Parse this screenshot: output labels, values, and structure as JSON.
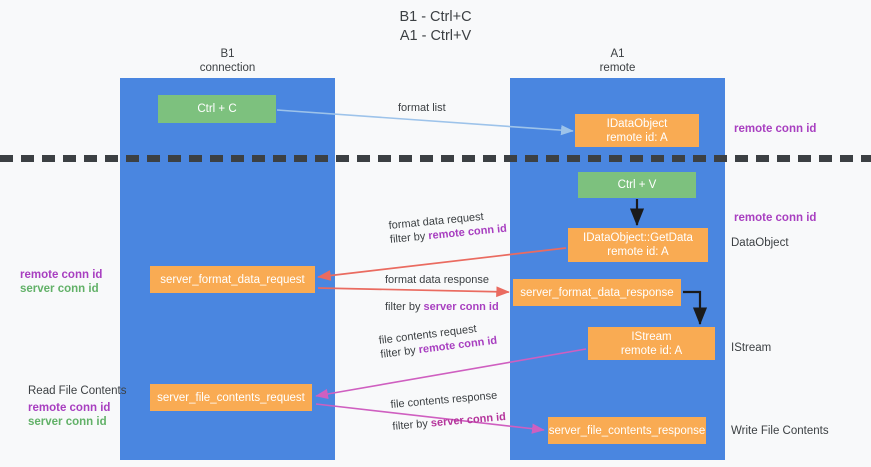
{
  "title": "B1 - Ctrl+C\nA1 - Ctrl+V",
  "columns": {
    "left": {
      "header": "B1\nconnection"
    },
    "right": {
      "header": "A1\nremote"
    }
  },
  "nodes": {
    "ctrl_c": "Ctrl + C",
    "idataobject": "IDataObject\nremote id: A",
    "ctrl_v": "Ctrl + V",
    "getdata": "IDataObject::GetData\nremote id: A",
    "server_format_data_request": "server_format_data_request",
    "server_format_data_response": "server_format_data_response",
    "istream": "IStream\nremote id: A",
    "server_file_contents_request": "server_file_contents_request",
    "server_file_contents_response": "server_file_contents_response"
  },
  "edge_labels": {
    "format_list": "format list",
    "format_data_request": "format data request",
    "format_data_request_filter_prefix": "filter by ",
    "format_data_request_filter_key": "remote conn id",
    "format_data_response": "format data response",
    "format_data_response_filter_prefix": "filter by ",
    "format_data_response_filter_key": "server conn id",
    "file_contents_request": "file contents request",
    "file_contents_request_filter_prefix": "filter by ",
    "file_contents_request_filter_key": "remote conn id",
    "file_contents_response": "file contents response",
    "file_contents_response_filter_prefix": "filter by ",
    "file_contents_response_filter_key": "server conn id"
  },
  "annotations": {
    "right_remote_conn_id_top": "remote conn id",
    "right_remote_conn_id_mid": "remote conn id",
    "dataobject": "DataObject",
    "istream": "IStream",
    "write_file_contents": "Write File Contents",
    "read_file_contents": "Read File Contents",
    "left_remote_conn_id": "remote conn id",
    "left_server_conn_id": "server conn id",
    "left_remote_conn_id_bottom": "remote conn id",
    "left_server_conn_id_bottom": "server conn id"
  },
  "colors": {
    "lane": "#4a86e0",
    "green_node": "#7dc17e",
    "orange_node": "#f9ab53",
    "purple_text": "#a83fc0",
    "green_text": "#62b168",
    "magenta_text": "#b5359c",
    "blue_arrow": "#9dc3ea",
    "red_arrow": "#ea6b60",
    "pink_arrow": "#cf5fc0",
    "black_arrow": "#1a1a1a",
    "background": "#f8f9fa"
  }
}
